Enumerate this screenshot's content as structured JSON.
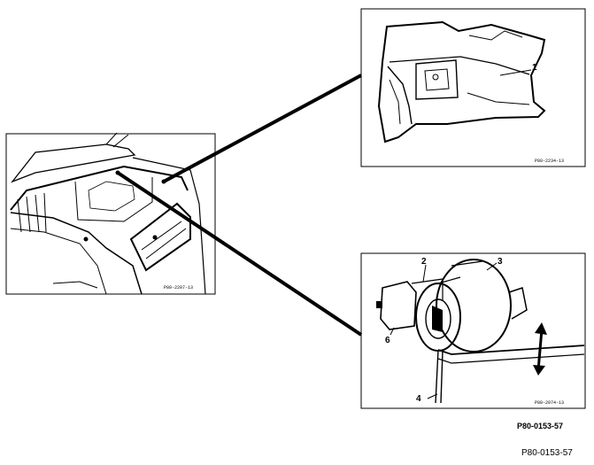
{
  "figure": {
    "main_code": "P80-0153-57",
    "footer_code": "P80-0153-57",
    "left_panel_ref": "P80-2207-13",
    "top_panel_ref": "P80-2234-13",
    "bottom_panel_ref": "P80-2074-13"
  },
  "callouts": [
    "1",
    "2",
    "3",
    "4",
    "6"
  ]
}
